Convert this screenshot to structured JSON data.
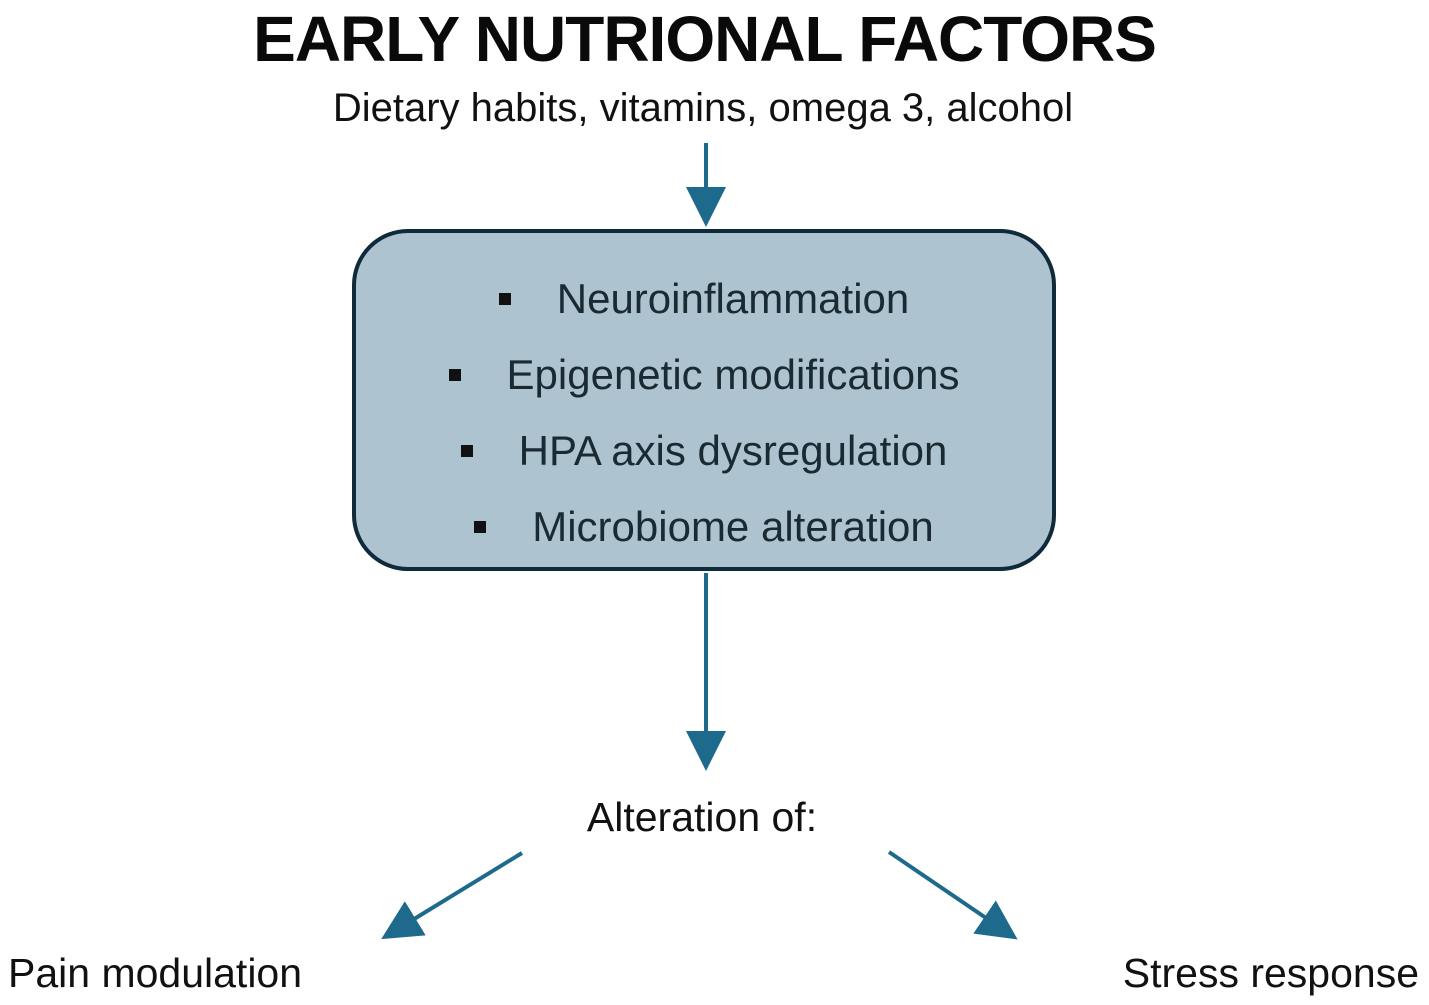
{
  "diagram": {
    "title": "EARLY NUTRIONAL FACTORS",
    "subtitle": "Dietary habits, vitamins, omega 3, alcohol",
    "mechanisms": [
      "Neuroinflammation",
      "Epigenetic modifications",
      "HPA axis dysregulation",
      "Microbiome alteration"
    ],
    "alteration_label": "Alteration of:",
    "outcomes": {
      "left": "Pain modulation",
      "right": "Stress response"
    },
    "colors": {
      "arrow": "#1d6a8c",
      "box_fill": "#adc3cf",
      "box_border": "#0f2a3a",
      "text": "#111111"
    },
    "icons": {
      "bullet": "square-bullet-icon",
      "arrow": "arrow-icon"
    }
  }
}
